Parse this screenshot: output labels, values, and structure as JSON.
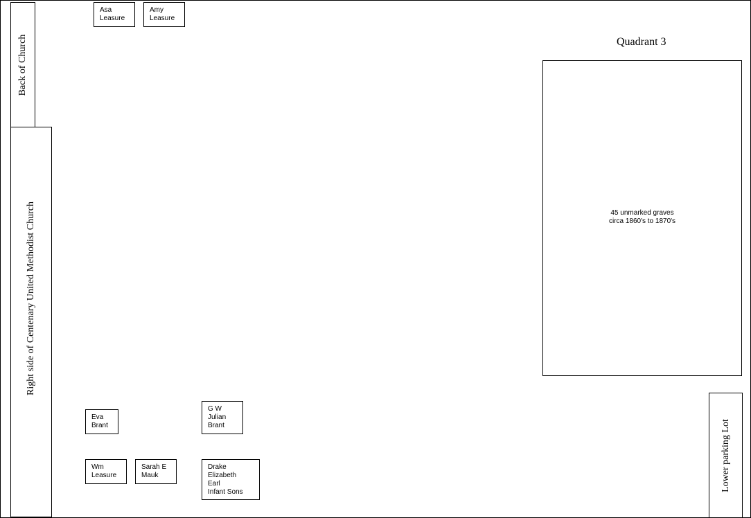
{
  "title": "Quadrant 3",
  "labels": {
    "back_of_church": "Back of Church",
    "right_side_church": "Right side of Centenary United Methodist Church",
    "lower_parking": "Lower parking Lot"
  },
  "unmarked_area": {
    "line1": "45 unmarked graves",
    "line2": "circa 1860's to 1870's"
  },
  "graves": {
    "asa": [
      "Asa",
      "Leasure"
    ],
    "amy": [
      "Amy",
      "Leasure"
    ],
    "eva": [
      "Eva",
      "Brant"
    ],
    "gw": [
      "G W",
      "Julian",
      "Brant"
    ],
    "wm": [
      "Wm",
      "Leasure"
    ],
    "sarah": [
      "Sarah E",
      "Mauk"
    ],
    "drake": [
      "Drake",
      "Elizabeth",
      "Earl",
      "Infant Sons"
    ]
  }
}
